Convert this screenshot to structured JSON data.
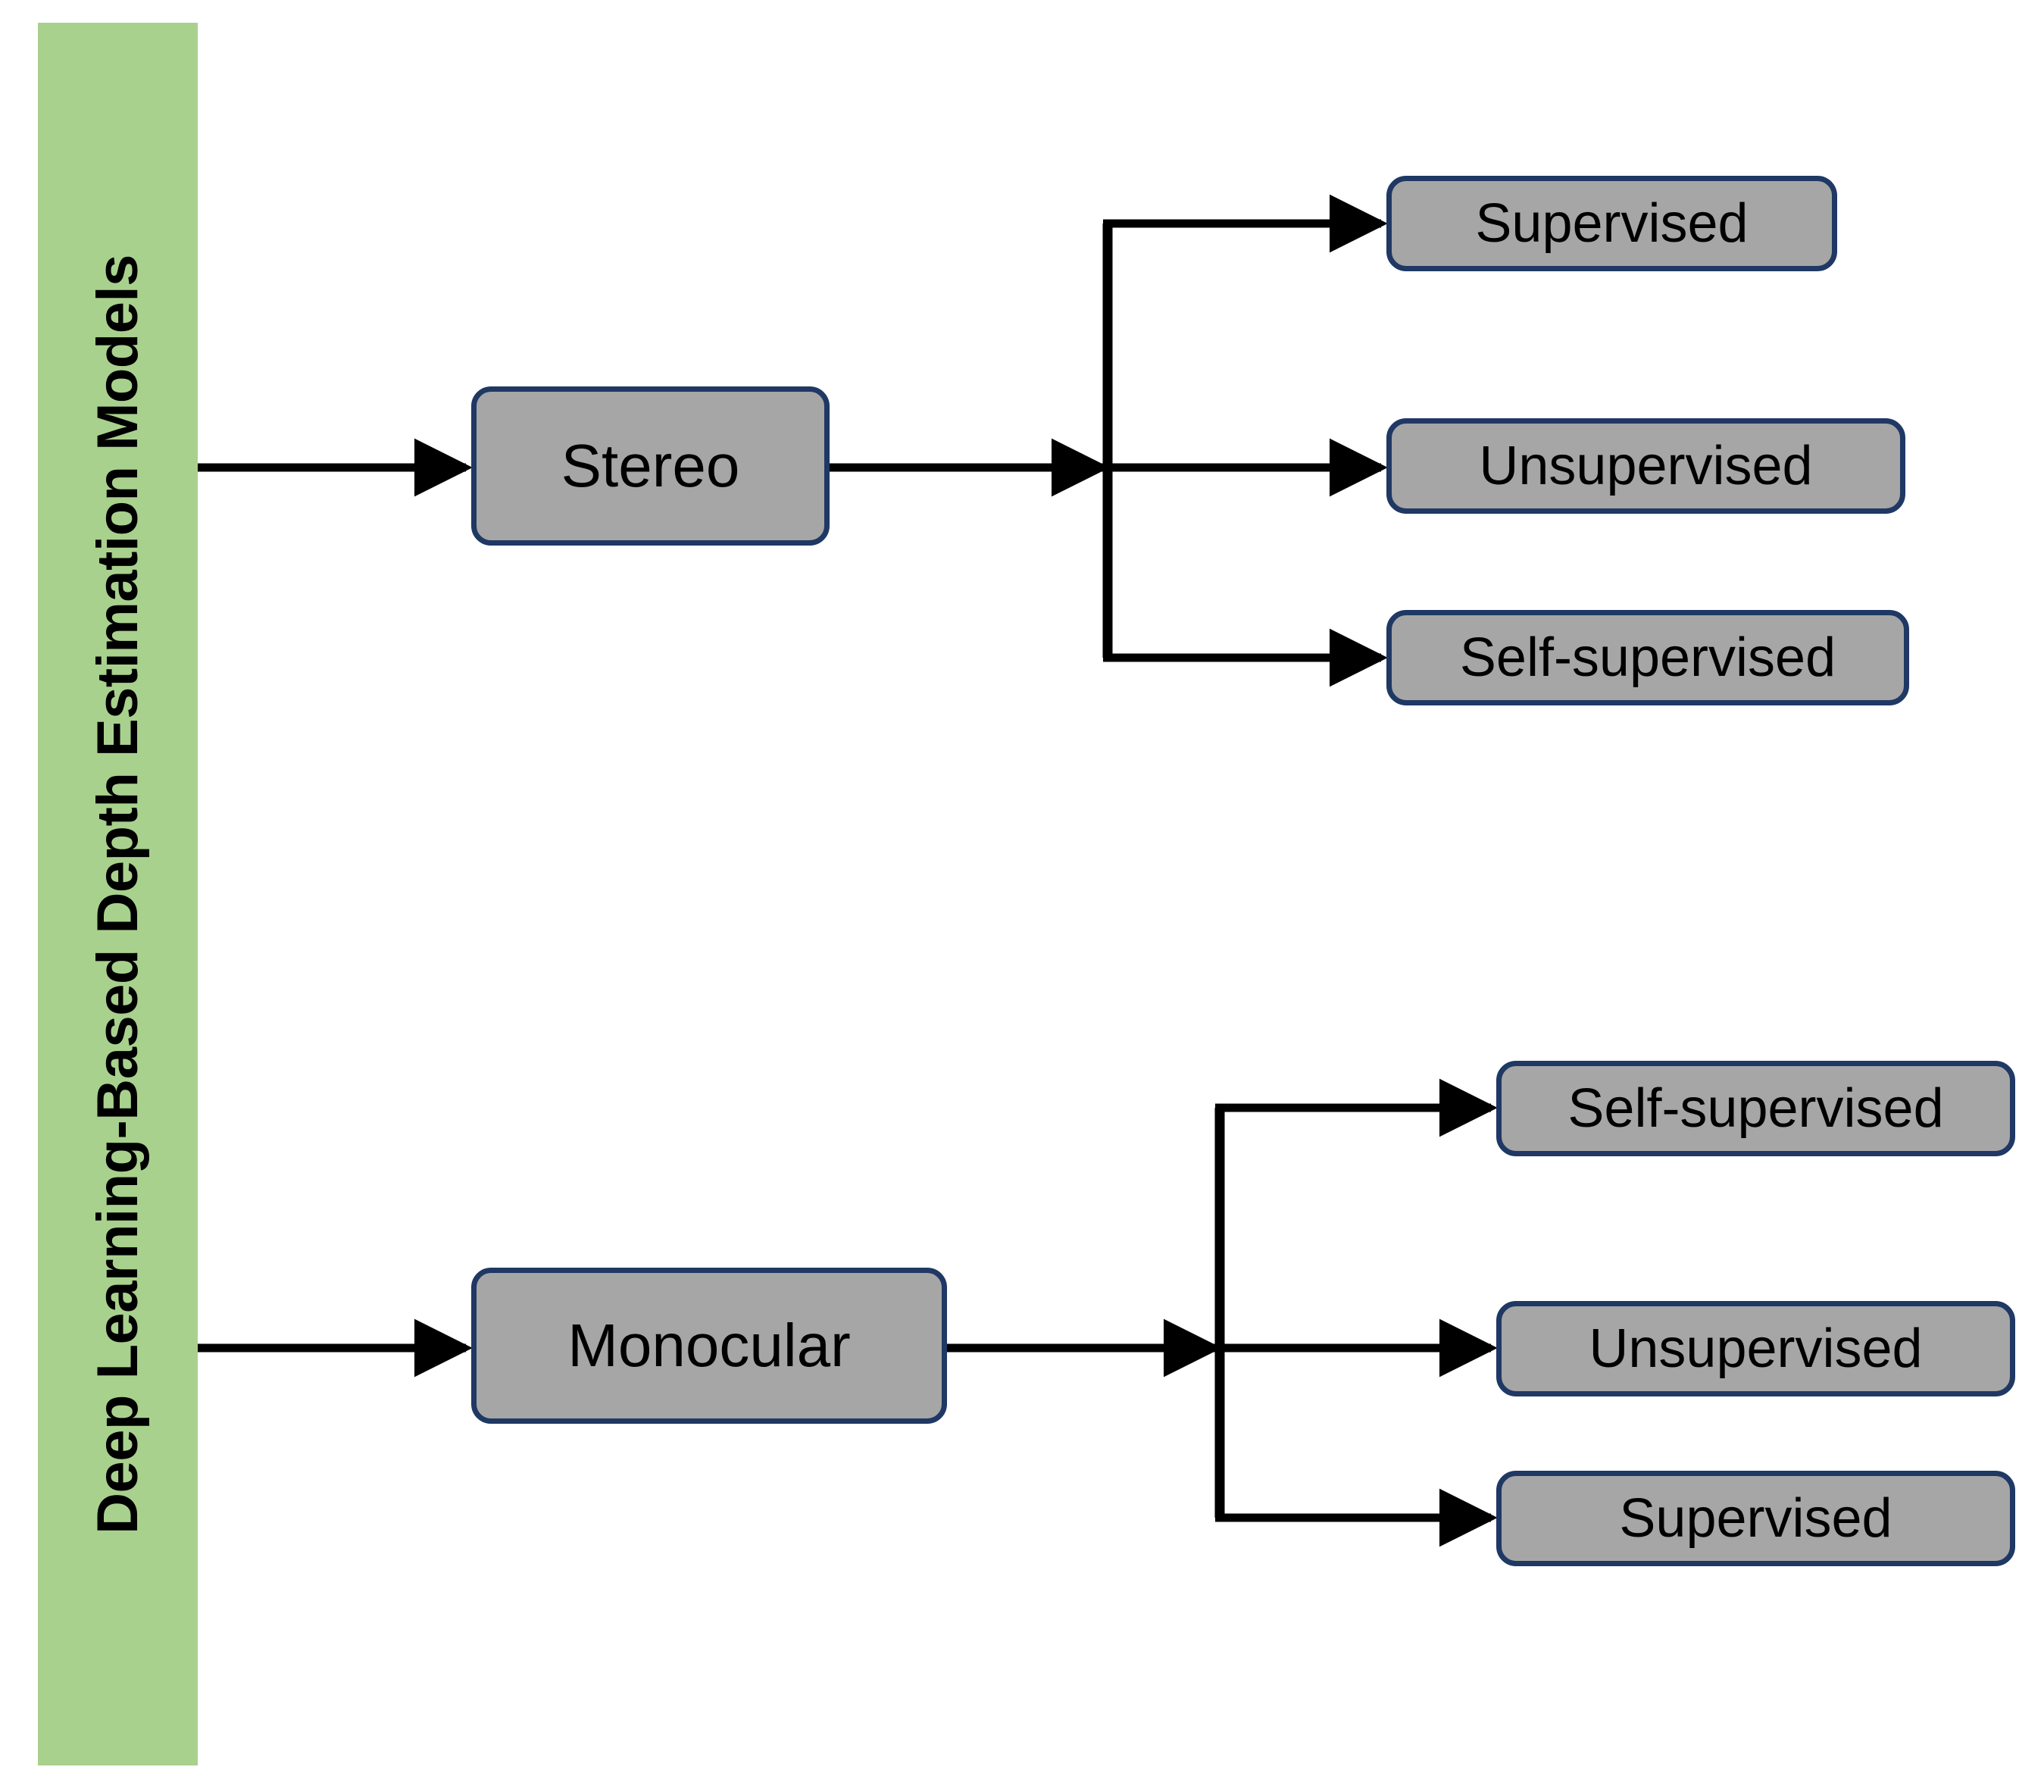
{
  "figure": {
    "title": "Deep Learning-Based Depth Estimation Models",
    "type": "tree-diagram",
    "background_color": "#ffffff"
  },
  "sidebar": {
    "label": "Deep Learning-Based Depth Estimation Models",
    "fill_color": "#a9d18e",
    "text_color": "#000000",
    "orientation": "vertical-bottom-to-top"
  },
  "style": {
    "node_fill": "#a6a6a6",
    "node_border": "#1f3864",
    "connector_color": "#000000"
  },
  "branches": [
    {
      "id": "stereo",
      "label": "Stereo",
      "children": [
        {
          "id": "stereo-supervised",
          "label": "Supervised"
        },
        {
          "id": "stereo-unsupervised",
          "label": "Unsupervised"
        },
        {
          "id": "stereo-self-supervised",
          "label": "Self-supervised"
        }
      ]
    },
    {
      "id": "monocular",
      "label": "Monocular",
      "children": [
        {
          "id": "monocular-self-supervised",
          "label": "Self-supervised"
        },
        {
          "id": "monocular-unsupervised",
          "label": "Unsupervised"
        },
        {
          "id": "monocular-supervised",
          "label": "Supervised"
        }
      ]
    }
  ]
}
